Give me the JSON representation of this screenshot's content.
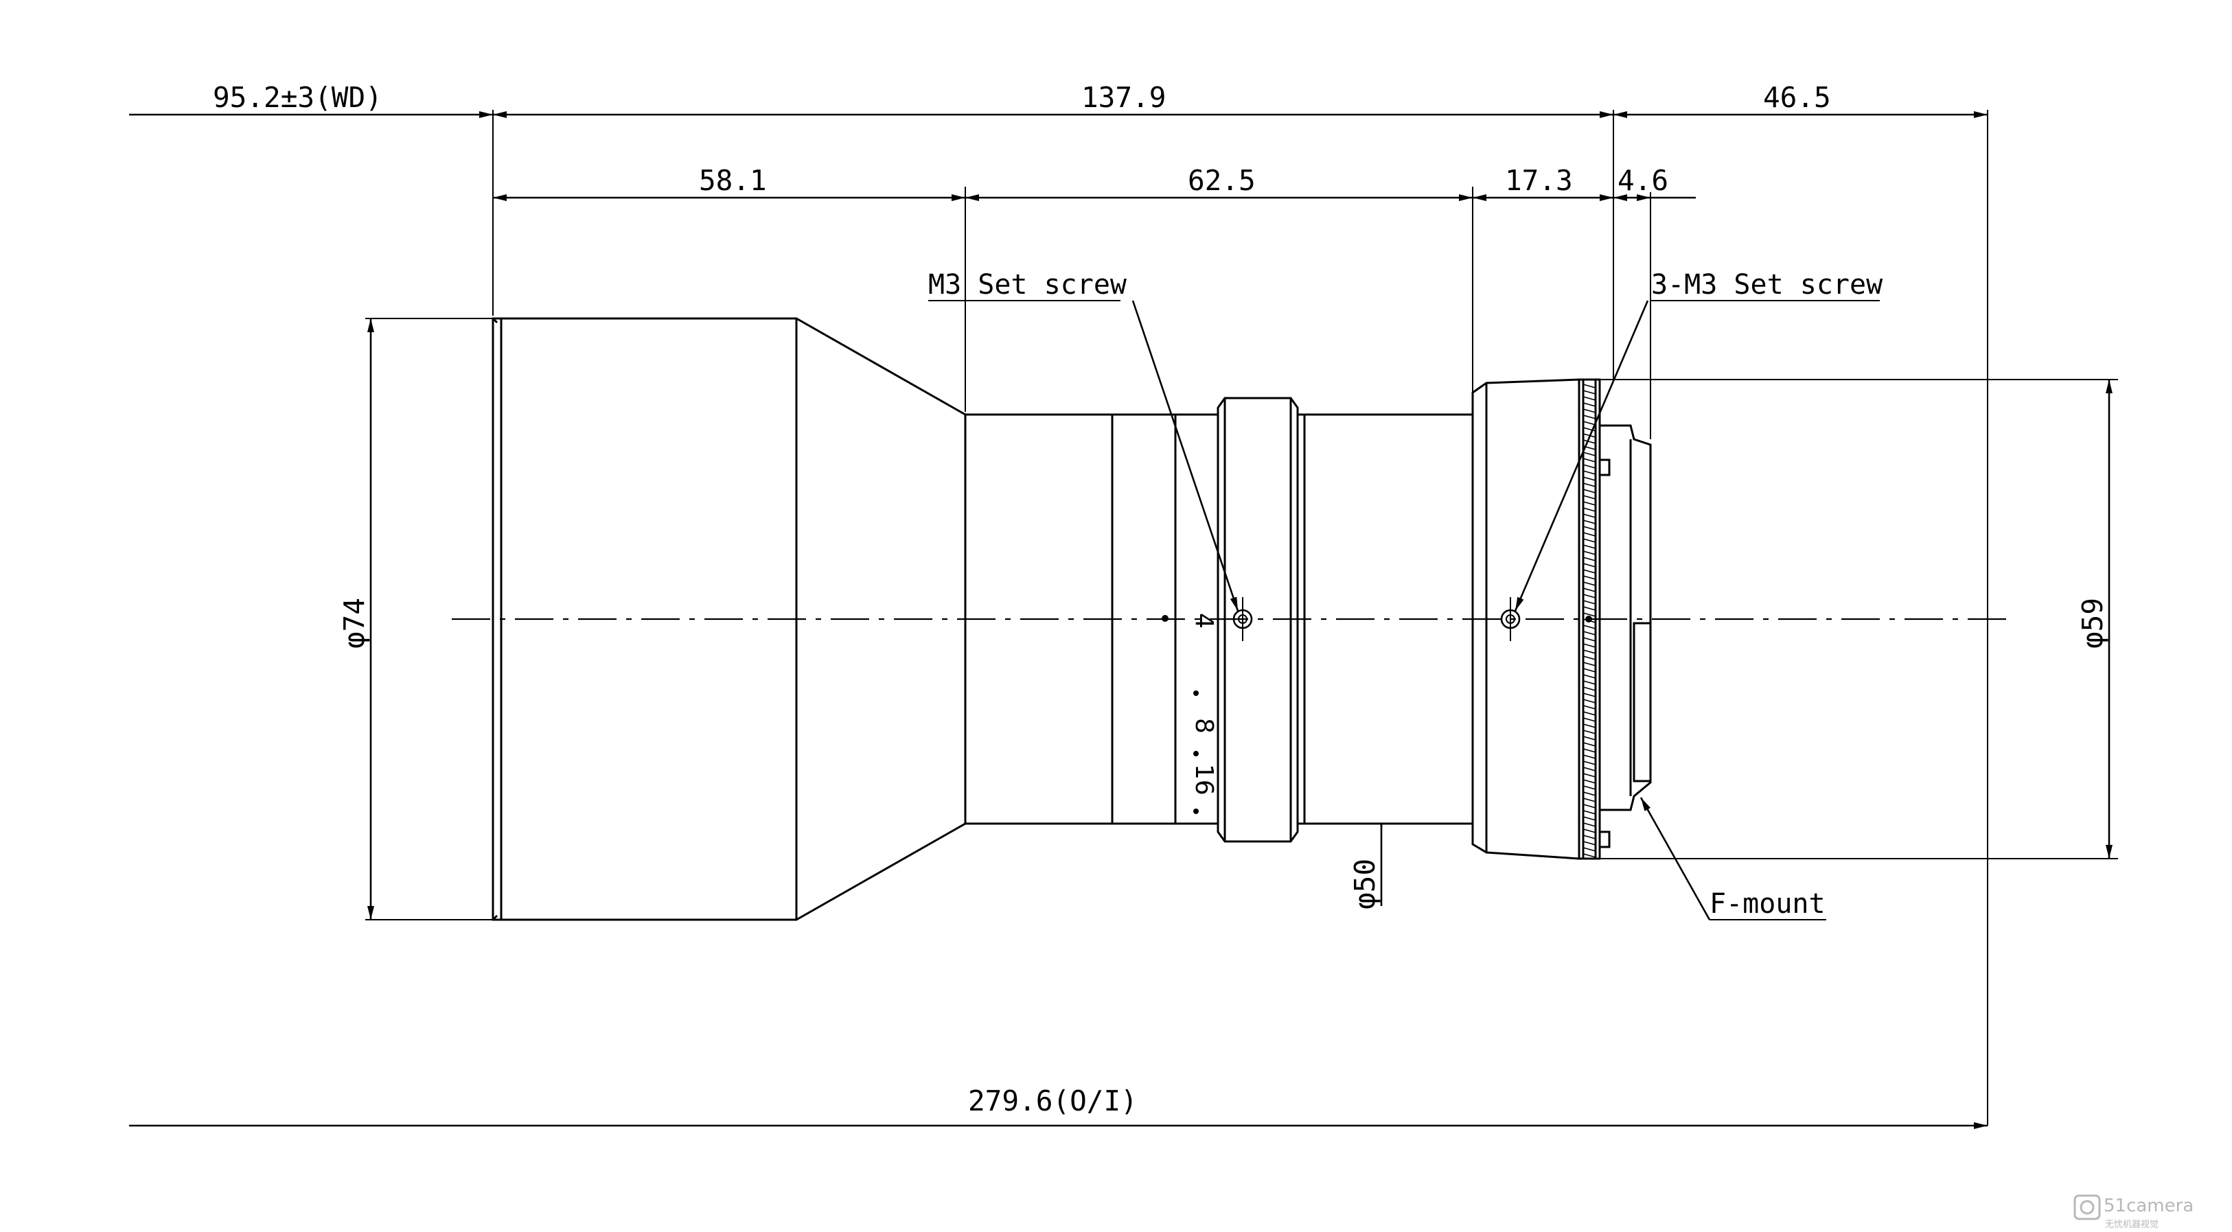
{
  "dimensions": {
    "working_distance": "95.2±3(WD)",
    "overall_length": "137.9",
    "flange_back": "46.5",
    "seg_front": "58.1",
    "seg_middle": "62.5",
    "seg_rear": "17.3",
    "seg_mount": "4.6",
    "total_oi": "279.6(O/I)",
    "dia_front": "φ74",
    "dia_middle": "φ50",
    "dia_rear": "φ59"
  },
  "callouts": {
    "set_screw_front": "M3 Set screw",
    "set_screw_rear": "3-M3 Set screw",
    "mount": "F-mount"
  },
  "aperture_scale": [
    "4",
    "8",
    "16"
  ],
  "watermark": {
    "logo": "51camera",
    "subtitle": "无忧机器视觉"
  }
}
